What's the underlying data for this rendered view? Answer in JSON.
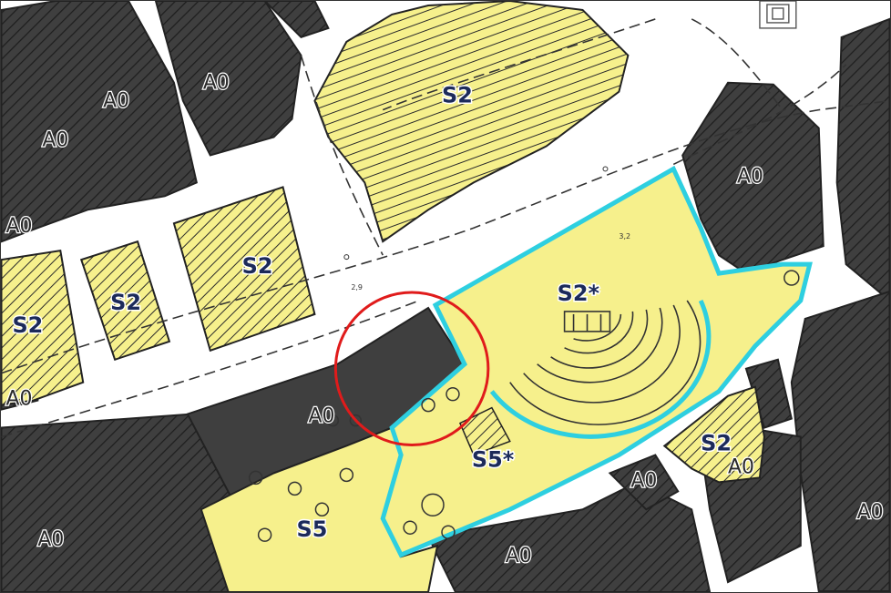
{
  "map": {
    "colors": {
      "building": "#3f3f3f",
      "service_area": "#f6f08c",
      "road": "#ffffff",
      "highlight_outline": "#2ecfe0",
      "marker_circle": "#e01b1b",
      "zone_label": "#1c2a5a",
      "block_label": "#2a2a2a"
    },
    "block_labels": {
      "a0_1": "A0",
      "a0_2": "A0",
      "a0_3": "A0",
      "a0_4": "A0",
      "a0_5": "A0",
      "a0_6": "A0",
      "a0_7": "A0",
      "a0_8": "A0",
      "a0_9": "A0",
      "a0_10": "A0",
      "a0_11": "A0",
      "a0_12": "A0"
    },
    "zone_labels": {
      "s2_top": "S2",
      "s2_square": "S2",
      "s2_small": "S2",
      "s2_left": "S2",
      "s2_theatre": "S2*",
      "s2_right": "S2",
      "s5_star": "S5*",
      "s5": "S5"
    },
    "elevation_labels": {
      "e1": "2,9",
      "e2": "3,2"
    },
    "icons": {
      "marker": "red-circle-marker",
      "monument": "square-spiral-monument-icon"
    }
  }
}
